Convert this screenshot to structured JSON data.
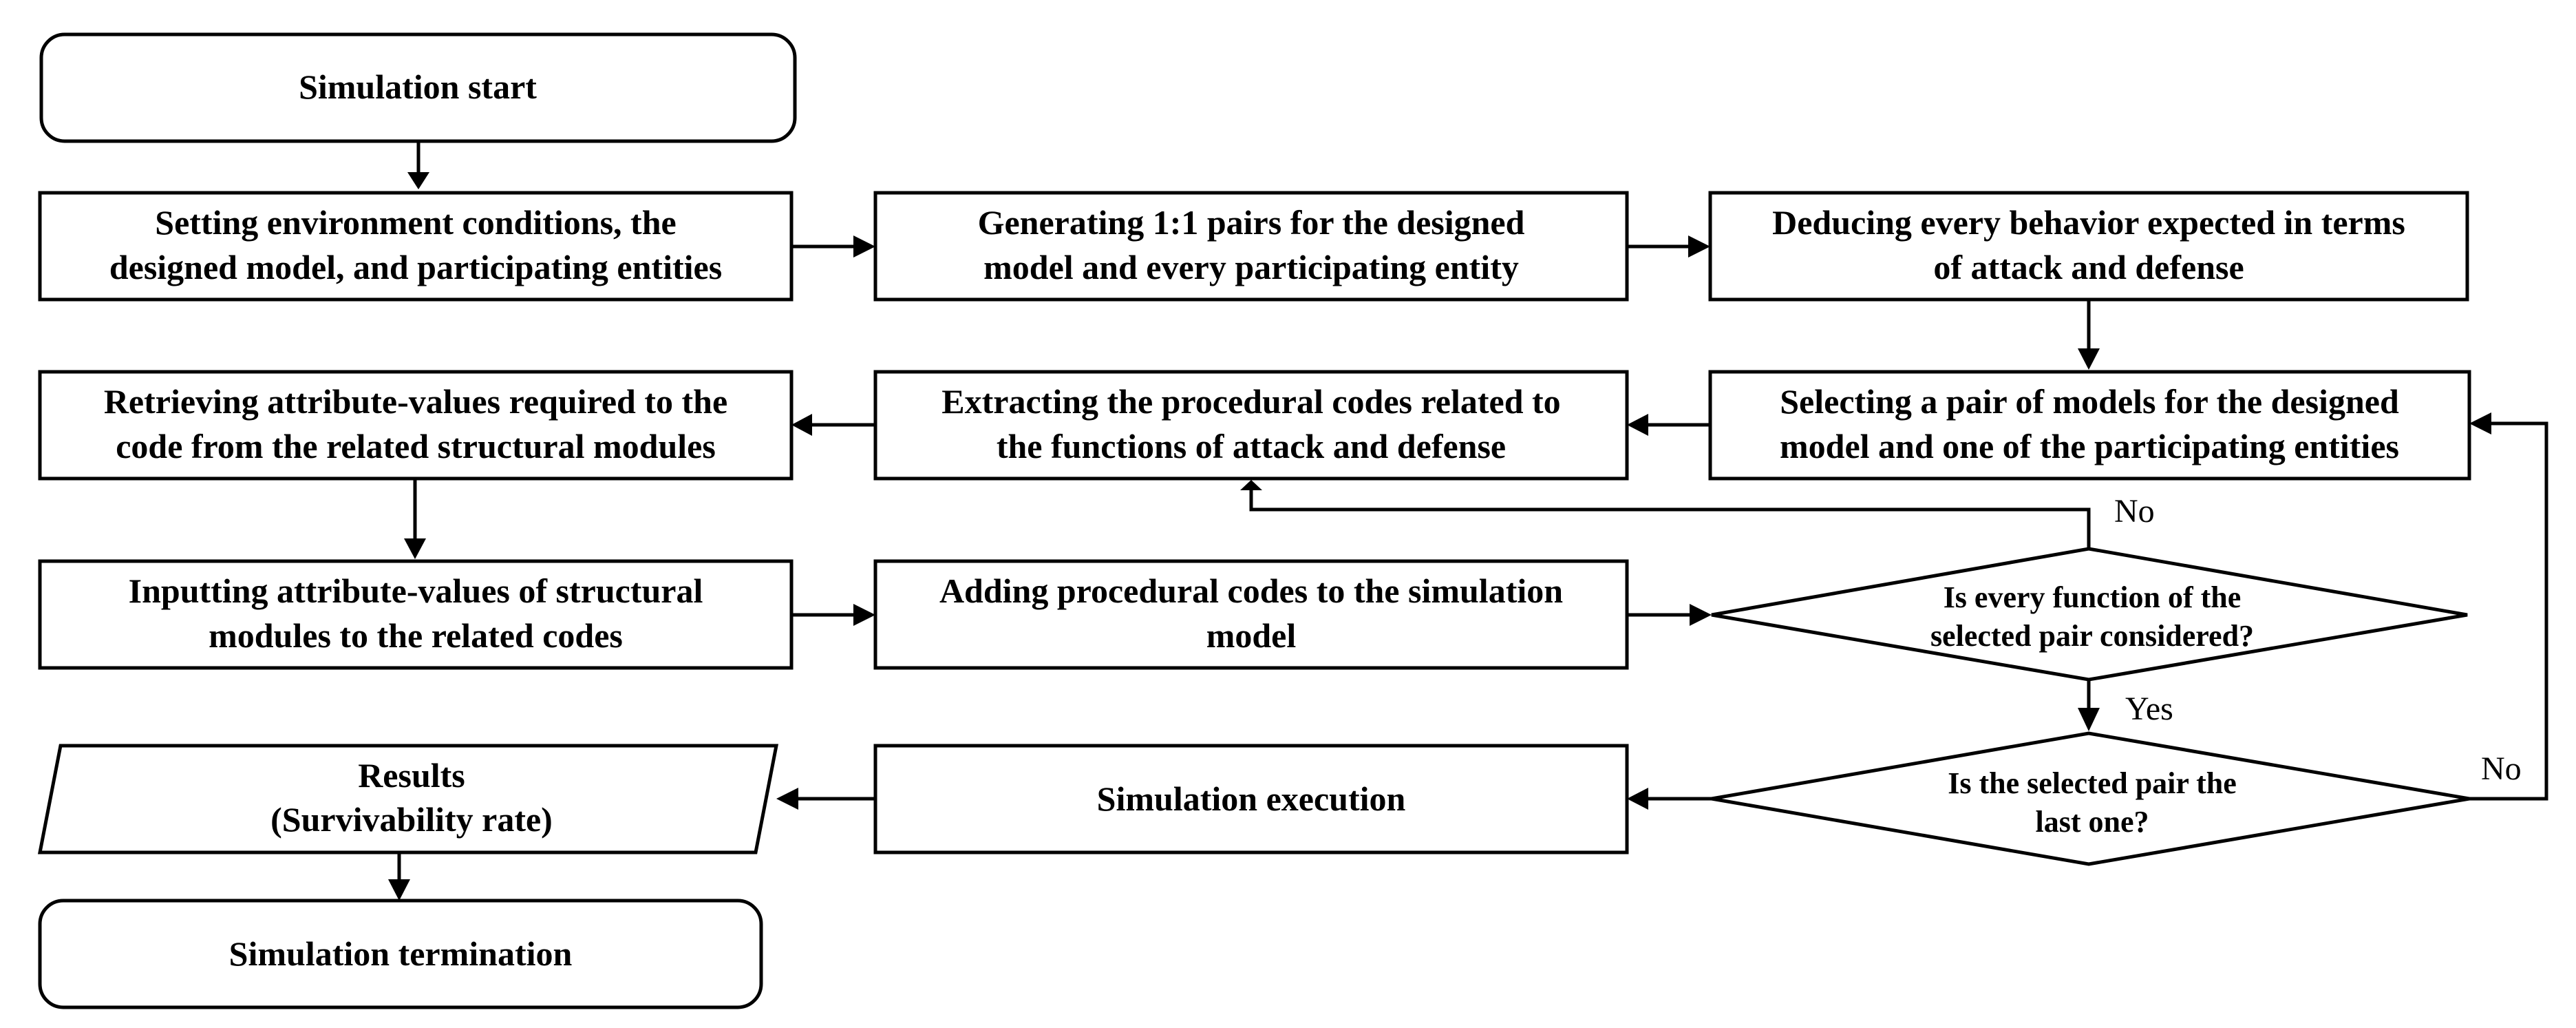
{
  "nodes": {
    "start": [
      "Simulation start"
    ],
    "set_env": [
      "Setting environment conditions, the",
      "designed model, and participating entities"
    ],
    "gen_pairs": [
      "Generating 1:1 pairs for the designed",
      "model and every participating entity"
    ],
    "deduce": [
      "Deducing every behavior expected in terms",
      "of attack and defense"
    ],
    "select_pair": [
      "Selecting a pair of models for the designed",
      "model and one of the participating entities"
    ],
    "extract": [
      "Extracting the procedural codes related to",
      "the functions of attack and defense"
    ],
    "retrieve": [
      "Retrieving attribute-values required to the",
      "code from the related structural modules"
    ],
    "input": [
      "Inputting attribute-values of structural",
      "modules to the related codes"
    ],
    "add_codes": [
      "Adding procedural codes to the simulation",
      "model"
    ],
    "decision_function": [
      "Is every function of the",
      "selected pair considered?"
    ],
    "decision_last": [
      "Is the selected pair the",
      "last one?"
    ],
    "execute": [
      "Simulation execution"
    ],
    "results": [
      "Results",
      "(Survivability rate)"
    ],
    "terminate": [
      "Simulation termination"
    ]
  },
  "edge_labels": {
    "no_function": "No",
    "yes_function": "Yes",
    "no_last": "No"
  }
}
